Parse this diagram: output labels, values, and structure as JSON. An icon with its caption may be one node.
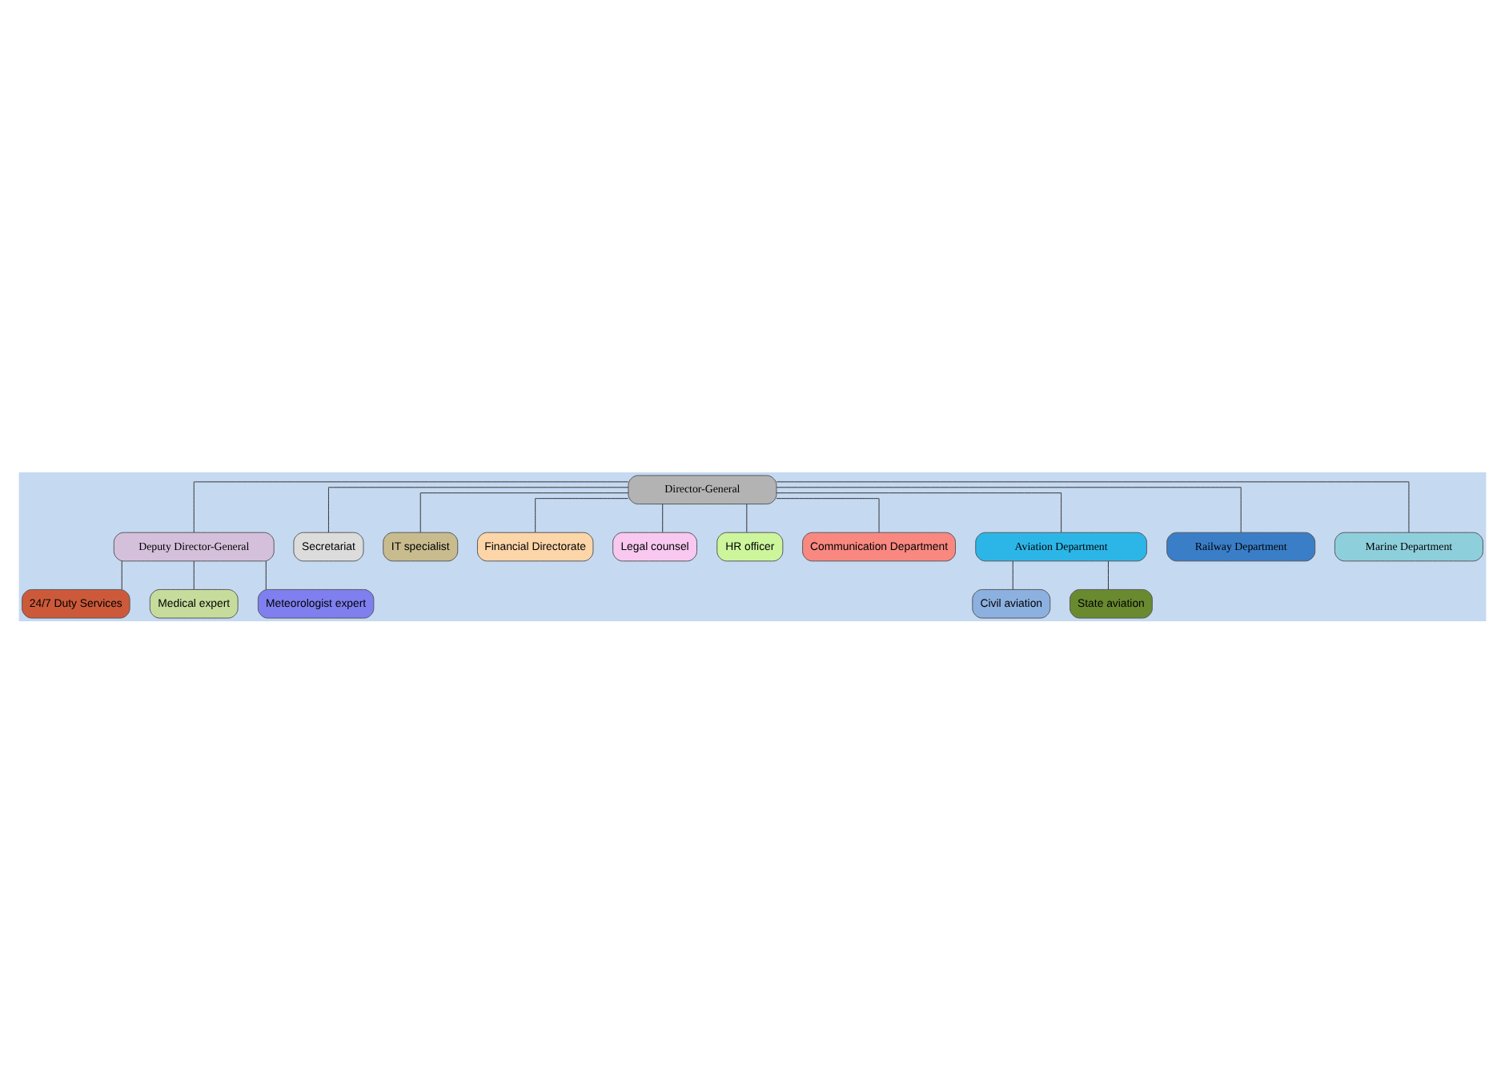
{
  "diagram": {
    "nodes": [
      {
        "text": [
          "Director-General"
        ]
      },
      {
        "text": [
          "Deputy Director-General"
        ]
      },
      {
        "text": [
          "24/7 Duty Services"
        ]
      },
      {
        "text": [
          "Medical expert"
        ]
      },
      {
        "text": [
          "Meteorologist expert"
        ]
      },
      {
        "text": [
          "Secretariat"
        ]
      },
      {
        "text": [
          "IT specialist"
        ]
      },
      {
        "text": [
          "Financial Directorate"
        ]
      },
      {
        "text": [
          "Legal counsel"
        ]
      },
      {
        "text": [
          "HR officer"
        ]
      },
      {
        "text": [
          "Communication Department"
        ]
      },
      {
        "text": [
          "Aviation Department"
        ]
      },
      {
        "text": [
          "Civil aviation"
        ]
      },
      {
        "text": [
          "State aviation"
        ]
      },
      {
        "text": [
          "Railway Department"
        ]
      },
      {
        "text": [
          "Marine Department"
        ]
      }
    ],
    "edges": [
      {
        "from": 0,
        "to": 1,
        "arrow": "none"
      },
      {
        "from": 1,
        "to": 2,
        "arrow": "none"
      },
      {
        "from": 1,
        "to": 3,
        "arrow": "none"
      },
      {
        "from": 1,
        "to": 4,
        "arrow": "none"
      },
      {
        "from": 0,
        "to": 5,
        "arrow": "none"
      },
      {
        "from": 0,
        "to": 6,
        "arrow": "none"
      },
      {
        "from": 0,
        "to": 7,
        "arrow": "none"
      },
      {
        "from": 0,
        "to": 11,
        "arrow": "none"
      },
      {
        "from": 0,
        "to": 8,
        "arrow": "none"
      },
      {
        "from": 11,
        "to": 12,
        "arrow": "none"
      },
      {
        "from": 11,
        "to": 13,
        "arrow": "none"
      },
      {
        "from": 0,
        "to": 9,
        "arrow": "none"
      },
      {
        "from": 0,
        "to": 10,
        "arrow": "none"
      },
      {
        "from": 0,
        "to": 14,
        "arrow": "none"
      },
      {
        "from": 0,
        "to": 15,
        "arrow": "none"
      }
    ]
  }
}
